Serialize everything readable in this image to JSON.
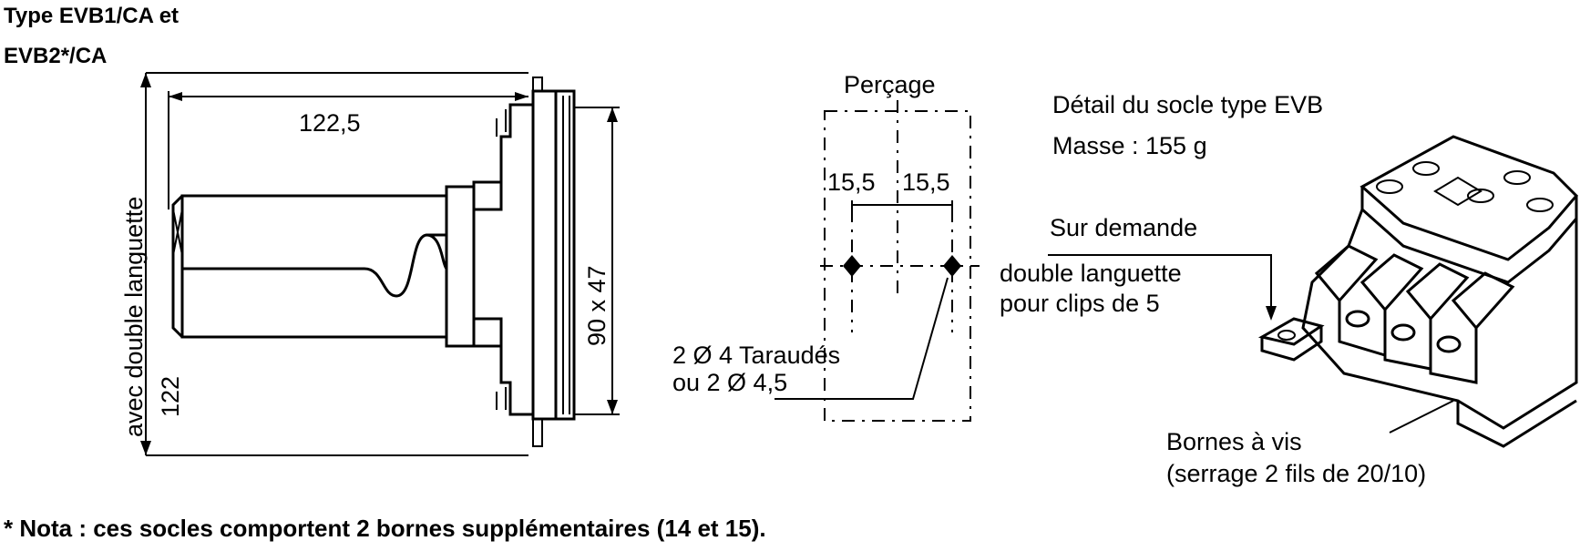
{
  "header": {
    "title_line1": "Type EVB1/CA et",
    "title_line2": "EVB2*/CA"
  },
  "side_view": {
    "width_dim": "122,5",
    "height_dim": "122",
    "height_note": "avec double languette",
    "face_dim": "90 x 47"
  },
  "drilling": {
    "title": "Perçage",
    "dim_left": "15,5",
    "dim_right": "15,5",
    "holes_line1": "2 Ø 4 Taraudés",
    "holes_line2": "ou 2 Ø 4,5"
  },
  "socket_detail": {
    "title": "Détail du socle type EVB",
    "mass": "Masse : 155 g",
    "on_request": "Sur demande",
    "tab_line1": "double languette",
    "tab_line2": "pour clips de 5",
    "terminals_line1": "Bornes à vis",
    "terminals_line2": "(serrage 2 fils de 20/10)"
  },
  "footer": {
    "note": "* Nota : ces socles comportent 2 bornes supplémentaires (14 et 15)."
  }
}
